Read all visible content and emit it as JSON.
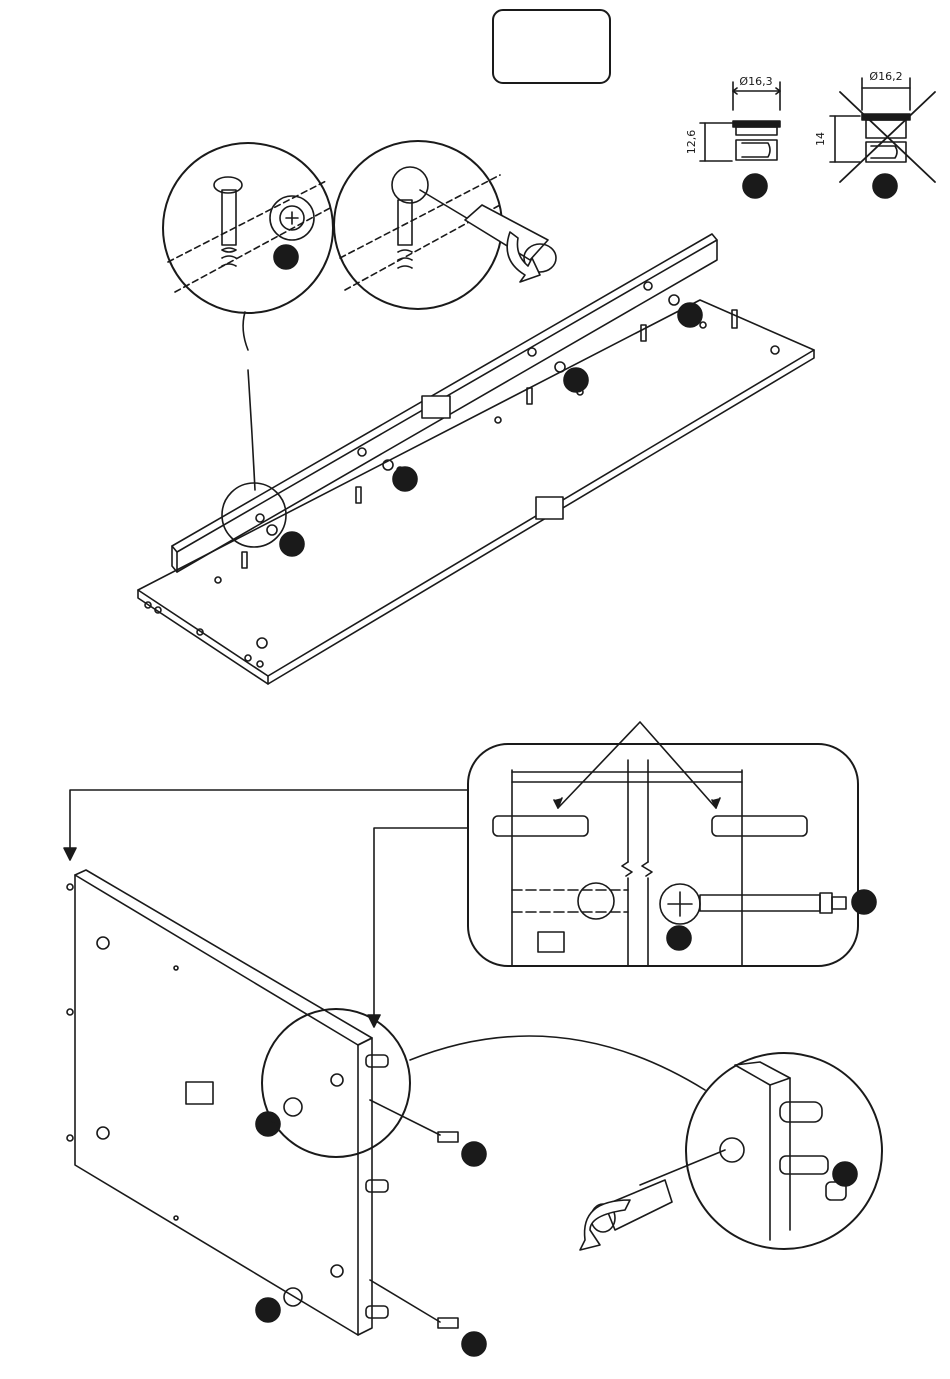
{
  "step_box_label": "",
  "spec_good": {
    "diameter": "Ø16,3",
    "height": "12,6"
  },
  "spec_bad": {
    "diameter": "Ø16,2",
    "height": "14"
  },
  "colors": {
    "line": "#1a1a1a",
    "fill": "#ffffff",
    "badge": "#1a1a1a"
  }
}
